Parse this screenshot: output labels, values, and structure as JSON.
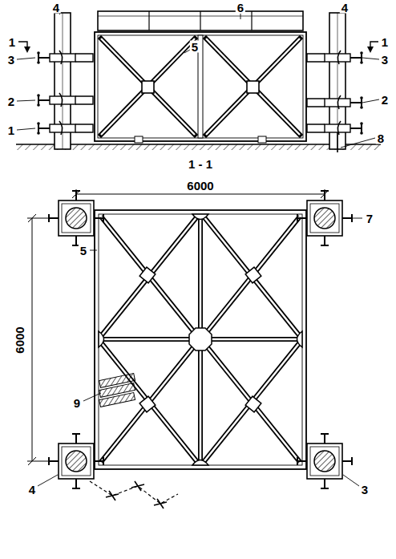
{
  "diagram": {
    "labels": [
      "4",
      "6",
      "4",
      "5",
      "1",
      "1",
      "3",
      "3",
      "2",
      "2",
      "1",
      "8",
      "1 - 1",
      "6000",
      "7",
      "5",
      "6000",
      "9",
      "4",
      "3"
    ]
  }
}
